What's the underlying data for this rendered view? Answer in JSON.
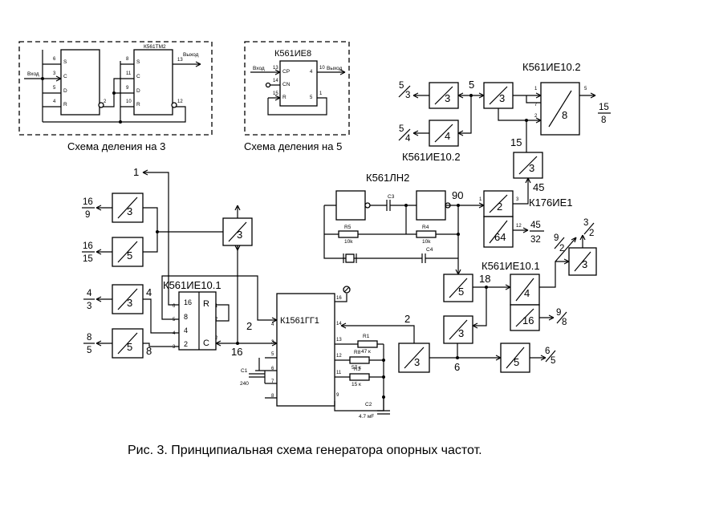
{
  "caption": "Рис. 3. Принципиальная схема генератора опорных частот.",
  "divide_by_3": {
    "title": "Схема деления на 3",
    "chip": "К561ТМ2",
    "input_label": "Вход",
    "output_label": "Выход",
    "ff1": {
      "pins": [
        "S",
        "C",
        "D",
        "R"
      ],
      "pin_numbers": [
        "6",
        "3",
        "5",
        "4",
        "2"
      ]
    },
    "ff2": {
      "pins": [
        "S",
        "C",
        "D",
        "R"
      ],
      "pin_numbers": [
        "8",
        "11",
        "9",
        "10",
        "13",
        "12"
      ]
    }
  },
  "divide_by_5": {
    "title": "Схема деления на 5",
    "chip": "К561ИЕ8",
    "input_label": "Вход",
    "output_label": "Выход",
    "pins": [
      "CP",
      "CN",
      "R"
    ],
    "pin_numbers": [
      "13",
      "14",
      "15",
      "10",
      "4",
      "5",
      "1"
    ]
  },
  "chips": {
    "ie10_2": "К561ИЕ10.2",
    "ln2": "К561ЛН2",
    "ie1": "К176ИЕ1",
    "ie10_1": "К561ИЕ10.1",
    "gg1": "К1561ГГ1"
  },
  "left_counter": {
    "label": "К561ИЕ10.1",
    "cells": [
      "16",
      "8",
      "4",
      "2"
    ],
    "pin_labels": [
      "R",
      "C"
    ],
    "pin_numbers": [
      "6",
      "5",
      "4",
      "3",
      "1",
      "7",
      "2"
    ]
  },
  "dividers": {
    "d_a": "3",
    "d_b": "5",
    "d_c": "3",
    "d_d": "5",
    "d_e": "3",
    "d_f": "3",
    "d_g": "4",
    "d_h": "3",
    "d_i": "8",
    "d_j": "3",
    "d_k": "2",
    "d_l": "64",
    "d_m": "5",
    "d_n": "4",
    "d_o": "16",
    "d_p": "3",
    "d_q": "3",
    "d_r": "3",
    "d_s": "5"
  },
  "outputs": {
    "o_16_9": [
      "16",
      "9"
    ],
    "o_16_15": [
      "16",
      "15"
    ],
    "o_4_3": [
      "4",
      "3"
    ],
    "o_8_5": [
      "8",
      "5"
    ],
    "o_5_3": [
      "5",
      "3"
    ],
    "o_5_4": [
      "5",
      "4"
    ],
    "o_15_8": [
      "15",
      "8"
    ],
    "o_45_32": [
      "45",
      "32"
    ],
    "o_9_2": [
      "9",
      "2"
    ],
    "o_3_2": [
      "3",
      "2"
    ],
    "o_9_8": [
      "9",
      "8"
    ],
    "o_6_5": [
      "6",
      "5"
    ]
  },
  "node_labels": {
    "n1": "1",
    "n4": "4",
    "n8": "8",
    "n2_left": "2",
    "n16": "16",
    "n5": "5",
    "n15": "15",
    "n45": "45",
    "n90": "90",
    "n18": "18",
    "n2_right": "2",
    "n6": "6"
  },
  "components": {
    "R5": {
      "name": "R5",
      "value": "10k"
    },
    "R4": {
      "name": "R4",
      "value": "10k"
    },
    "C3": {
      "name": "C3"
    },
    "C4": {
      "name": "C4"
    },
    "R1": {
      "name": "R1",
      "value": "47 к"
    },
    "R8": {
      "name": "R8",
      "value": "57 к"
    },
    "R3": {
      "name": "R3",
      "value": "15 к"
    },
    "C1": {
      "name": "C1",
      "value": "240"
    },
    "C2": {
      "name": "C2",
      "value": "4.7 мF"
    }
  },
  "gg1_pins": {
    "left": [
      "3",
      "4",
      "5",
      "6",
      "7",
      "8"
    ],
    "right": [
      "16",
      "14",
      "13",
      "12",
      "11",
      "9"
    ]
  },
  "ie10_2_pins": [
    "1",
    "7",
    "2",
    "5"
  ],
  "ie1_pins": [
    "1",
    "3",
    "12"
  ]
}
